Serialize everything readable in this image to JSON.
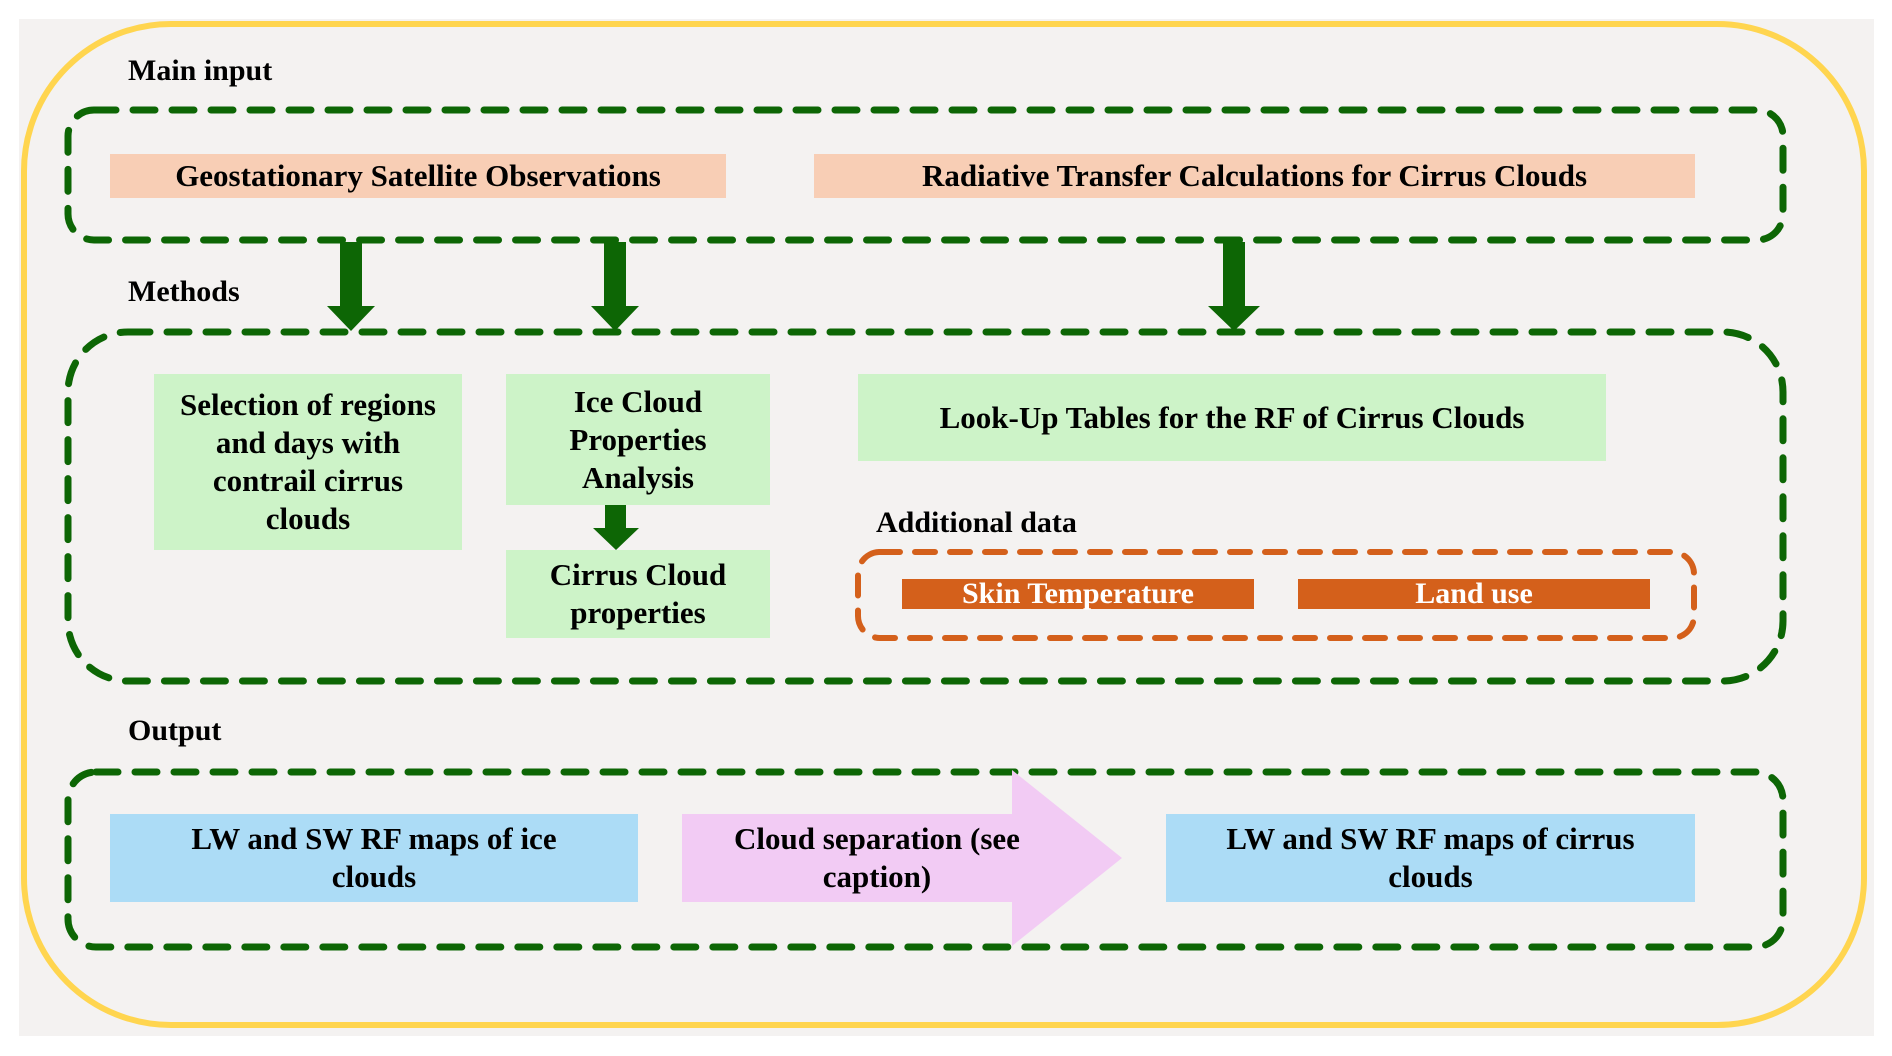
{
  "sections": {
    "main_input": {
      "title": "Main input",
      "items": [
        "Geostationary Satellite Observations",
        "Radiative Transfer Calculations for Cirrus Clouds"
      ]
    },
    "methods": {
      "title": "Methods",
      "items": [
        "Selection of regions and days with contrail cirrus clouds",
        "Ice Cloud Properties Analysis",
        "Cirrus Cloud properties",
        "Look-Up Tables for the RF of Cirrus Clouds"
      ],
      "additional_data": {
        "title": "Additional data",
        "items": [
          "Skin Temperature",
          "Land use"
        ]
      }
    },
    "output": {
      "title": "Output",
      "items": [
        "LW and SW RF maps of ice clouds",
        "Cloud separation (see caption)",
        "LW and SW RF maps of cirrus clouds"
      ]
    }
  },
  "colors": {
    "outer_border": "#ffd54f",
    "background": "#f4f2f1",
    "dashed_green": "#0d6605",
    "dashed_orange": "#d4601b",
    "input_box": "#f8ceb5",
    "method_box": "#cdf3c8",
    "output_box": "#acdcf6",
    "separation_arrow": "#f2cbf4",
    "arrow": "#0d6605"
  }
}
